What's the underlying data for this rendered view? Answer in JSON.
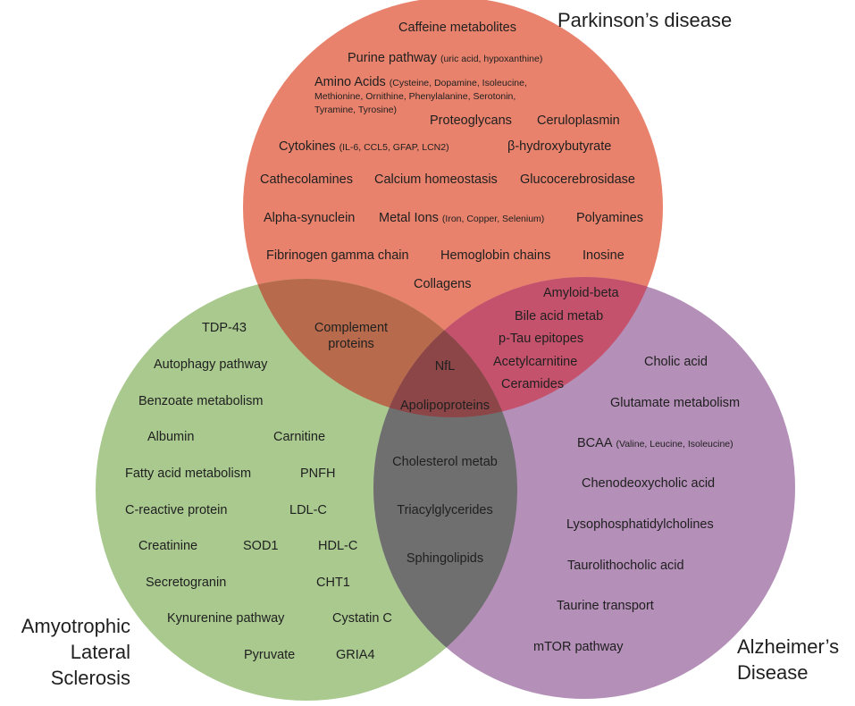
{
  "colors": {
    "parkinsons": "#e8826c",
    "als": "#a9c98f",
    "alzheimers": "#b48fb8",
    "pd_als": "#b76b4c",
    "pd_ad": "#c5526c",
    "als_ad": "#6f6f6f",
    "all_three": "#8c4648"
  },
  "sets": {
    "parkinsons": "Parkinson’s disease",
    "als": [
      "Amyotrophic",
      "Lateral",
      "Sclerosis"
    ],
    "alzheimers": [
      "Alzheimer’s",
      "Disease"
    ]
  },
  "parkinsons_only": {
    "caffeine": "Caffeine metabolites",
    "purine": "Purine pathway",
    "purine_detail": "(uric acid, hypoxanthine)",
    "amino": "Amino Acids",
    "amino_detail_1": "(Cysteine, Dopamine, Isoleucine,",
    "amino_detail_2": "Methionine, Ornithine, Phenylalanine, Serotonin,",
    "amino_detail_3": "Tyramine, Tyrosine)",
    "proteoglycans": "Proteoglycans",
    "ceruloplasmin": "Ceruloplasmin",
    "cytokines": "Cytokines",
    "cytokines_detail": "(IL-6, CCL5, GFAP, LCN2)",
    "hydroxybutyrate": "β-hydroxybutyrate",
    "cathecolamines": "Cathecolamines",
    "calcium": "Calcium homeostasis",
    "glucocerebrosidase": "Glucocerebrosidase",
    "alpha_synuclein": "Alpha-synuclein",
    "metal_ions": "Metal Ions",
    "metal_ions_detail": "(Iron, Copper, Selenium)",
    "polyamines": "Polyamines",
    "fibrinogen": "Fibrinogen gamma chain",
    "hemoglobin": "Hemoglobin chains",
    "inosine": "Inosine",
    "collagens": "Collagens"
  },
  "pd_als": {
    "complement_1": "Complement",
    "complement_2": "proteins"
  },
  "pd_ad": {
    "amyloid": "Amyloid-beta",
    "bile": "Bile acid metab",
    "ptau": "p-Tau epitopes",
    "acetylcarnitine": "Acetylcarnitine",
    "ceramides": "Ceramides"
  },
  "all_three": {
    "nfl": "NfL",
    "apolipoproteins": "Apolipoproteins"
  },
  "als_ad": {
    "cholesterol": "Cholesterol metab",
    "triacylglycerides": "Triacylglycerides",
    "sphingolipids": "Sphingolipids"
  },
  "als_only": {
    "tdp43": "TDP-43",
    "autophagy": "Autophagy pathway",
    "benzoate": "Benzoate metabolism",
    "albumin": "Albumin",
    "carnitine": "Carnitine",
    "fatty_acid": "Fatty acid metabolism",
    "pnfh": "PNFH",
    "crp": "C-reactive protein",
    "ldlc": "LDL-C",
    "creatinine": "Creatinine",
    "sod1": "SOD1",
    "hdlc": "HDL-C",
    "secretogranin": "Secretogranin",
    "cht1": "CHT1",
    "kynurenine": "Kynurenine pathway",
    "cystatin": "Cystatin C",
    "pyruvate": "Pyruvate",
    "gria4": "GRIA4"
  },
  "alzheimers_only": {
    "cholic": "Cholic acid",
    "glutamate": "Glutamate metabolism",
    "bcaa": "BCAA",
    "bcaa_detail": "(Valine, Leucine, Isoleucine)",
    "chenodeoxycholic": "Chenodeoxycholic acid",
    "lysophosphatidylcholines": "Lysophosphatidylcholines",
    "taurolithocholic": "Taurolithocholic acid",
    "taurine": "Taurine transport",
    "mtor": "mTOR pathway"
  }
}
